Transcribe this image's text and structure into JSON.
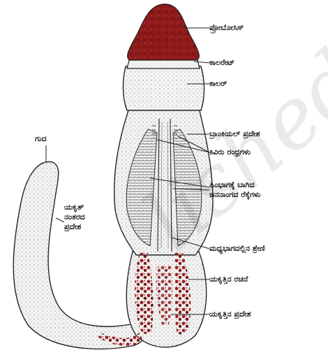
{
  "labels": {
    "proboscis": "ಪ್ರೋಬೋಸಿಸ್",
    "collarette": "ಕಾಲರೇಟ್",
    "collar": "ಕಾಲರ್",
    "branchial_region": "ಬ್ರಾಂಕಿಯಲ್ ಪ್ರದೇಶ",
    "gill_slits": "ಕಿವಿರು ರಂಧ್ರಗಳು",
    "gonads_line1": "ಹಿಂಭಾಗಕ್ಕೆ ಬಾಗಿದ",
    "gonads_line2": "ಜನನಾಂಗದ ರೆಕ್ಕೆಗಳು",
    "median_ridge": "ಮಧ್ಯಭಾಗದಲ್ಲಿನ ಶ್ರೇಣಿ",
    "hepatic_caeca": "ಯಕೃತ್ತಿನ ರಚನೆ",
    "hepatic_region": "ಯಕೃತ್ತಿನ ಪ್ರದೇಶ",
    "anus": "ಗುದ",
    "post_hepatic_line1": "ಯಕೃತ್",
    "post_hepatic_line2": "ನಂತರದ",
    "post_hepatic_line3": "ಪ್ರದೇಶ"
  },
  "watermark": "lished",
  "colors": {
    "proboscis": "#8b1a1a",
    "hepatic": "#9c2020",
    "outline": "#222222",
    "body_fill": "#f2f2f2"
  }
}
